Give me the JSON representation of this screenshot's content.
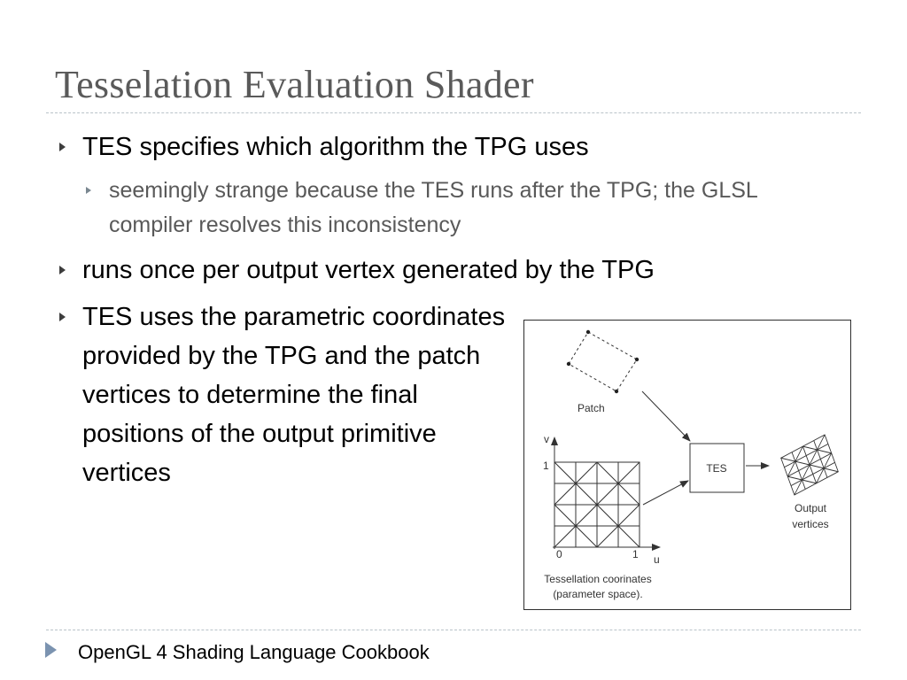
{
  "slide": {
    "title": "Tesselation Evaluation Shader",
    "bullets": [
      {
        "text": "TES specifies which algorithm the TPG uses",
        "sub": [
          "seemingly strange because the TES runs after the TPG; the GLSL compiler resolves this inconsistency"
        ]
      },
      {
        "text": "runs once per output vertex generated by the TPG"
      },
      {
        "text": "TES uses the parametric coordinates provided by the TPG and the patch vertices to determine the final positions of the output primitive vertices"
      }
    ],
    "footer": "OpenGL 4 Shading Language Cookbook"
  },
  "figure": {
    "patch_label": "Patch",
    "tes_label": "TES",
    "v_label": "v",
    "u_label": "u",
    "v_one": "1",
    "u_zero": "0",
    "u_one": "1",
    "output_label_line1": "Output",
    "output_label_line2": "vertices",
    "caption_line1": "Tessellation coorinates",
    "caption_line2": "(parameter space)."
  }
}
